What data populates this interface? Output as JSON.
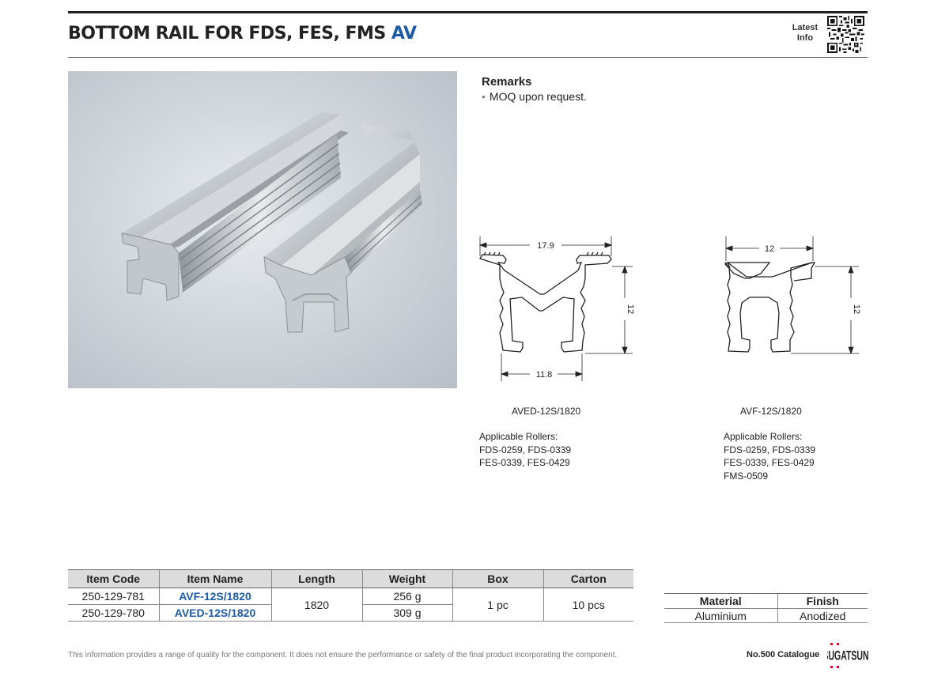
{
  "header": {
    "title_main": "BOTTOM RAIL FOR FDS, FES, FMS",
    "title_code": "AV",
    "latest_info": "Latest Info"
  },
  "remarks": {
    "title": "Remarks",
    "items": [
      "MOQ upon request."
    ]
  },
  "drawings": [
    {
      "model": "AVED-12S/1820",
      "dims": {
        "top_width": "17.9",
        "height": "12",
        "bottom_width": "11.8"
      },
      "rollers_title": "Applicable Rollers:",
      "rollers": [
        "FDS-0259, FDS-0339",
        "FES-0339, FES-0429"
      ]
    },
    {
      "model": "AVF-12S/1820",
      "dims": {
        "top_width": "12",
        "height": "12"
      },
      "rollers_title": "Applicable Rollers:",
      "rollers": [
        "FDS-0259, FDS-0339",
        "FES-0339, FES-0429",
        "FMS-0509"
      ]
    }
  ],
  "spec_table": {
    "headers": [
      "Item Code",
      "Item Name",
      "Length",
      "Weight",
      "Box",
      "Carton"
    ],
    "rows": [
      {
        "code": "250-129-781",
        "name": "AVF-12S/1820",
        "weight": "256 g"
      },
      {
        "code": "250-129-780",
        "name": "AVED-12S/1820",
        "weight": "309 g"
      }
    ],
    "length": "1820",
    "box": "1 pc",
    "carton": "10 pcs"
  },
  "material_table": {
    "headers": [
      "Material",
      "Finish"
    ],
    "row": [
      "Aluminium",
      "Anodized"
    ]
  },
  "footer": {
    "note": "This information provides a range of quality for the component. It does not ensure the performance or safety of the final product incorporating the component.",
    "catalogue": "No.500 Catalogue",
    "brand": "SUGATSUNE"
  },
  "colors": {
    "accent": "#1d5aa8",
    "header_gray": "#dcdcdc"
  }
}
